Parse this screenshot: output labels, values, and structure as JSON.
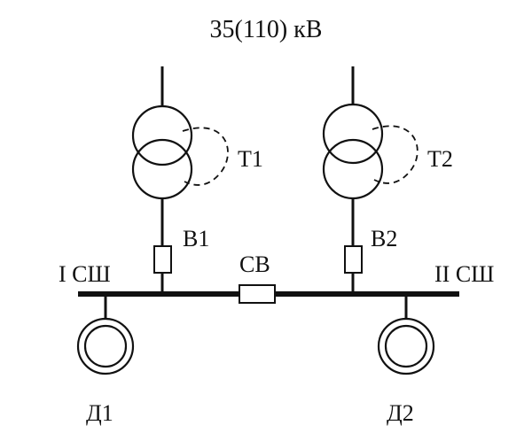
{
  "title": "35(110) кВ",
  "transformers": [
    {
      "label": "T1"
    },
    {
      "label": "T2"
    }
  ],
  "breakers": [
    {
      "label": "B1"
    },
    {
      "label": "B2"
    }
  ],
  "sectional_breaker": {
    "label": "CB"
  },
  "buses": [
    {
      "label": "I СШ"
    },
    {
      "label": "II СШ"
    }
  ],
  "motors": [
    {
      "label": "Д1"
    },
    {
      "label": "Д2"
    }
  ],
  "colors": {
    "line": "#111111",
    "background": "#ffffff"
  }
}
